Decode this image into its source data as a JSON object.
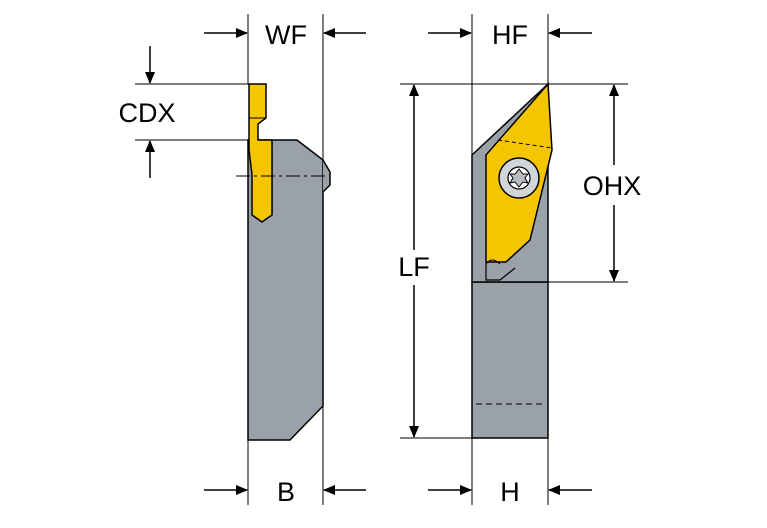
{
  "labels": {
    "wf": "WF",
    "hf": "HF",
    "cdx": "CDX",
    "ohx": "OHX",
    "lf": "LF",
    "b": "B",
    "h": "H"
  },
  "colors": {
    "holder_body": "#9aa1a9",
    "insert": "#f5c500",
    "clamp_screw": "#d2d5d8",
    "line": "#000000",
    "background": "#ffffff"
  }
}
